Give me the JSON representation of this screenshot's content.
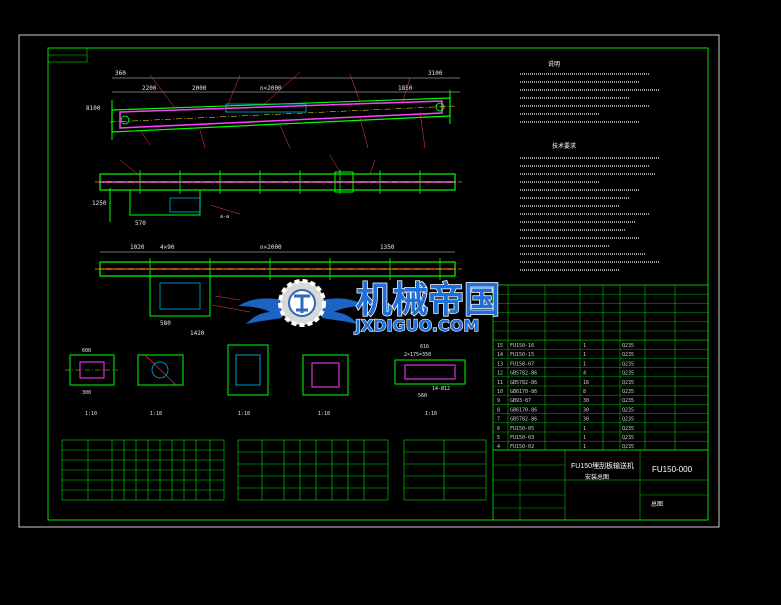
{
  "title_block": {
    "drawing_title": "FU150埋刮板输送机",
    "drawing_subtitle": "安装总图",
    "drawing_number": "FU150-000",
    "sheet_label": "总图"
  },
  "dimension_labels": {
    "top_view": [
      "360",
      "2200",
      "2000",
      "n×2000",
      "1850",
      "3100"
    ],
    "elevation_view": [
      "1020",
      "4×90",
      "n×2000",
      "1350"
    ],
    "side_view": [
      "580",
      "1420"
    ],
    "section_view_1": [
      "600",
      "300"
    ],
    "section_view_4": [
      "616",
      "2×175=350",
      "14-Ø12",
      "560"
    ]
  },
  "section_labels": [
    "1:10",
    "1:10",
    "1:10",
    "1:10",
    "1:10"
  ],
  "tech_notes_heading": "说明",
  "tech_notes_heading_2": "技术要求",
  "watermark": {
    "cn": "机械帝国",
    "en": "JXDIGUO.COM"
  },
  "bom_rows": [
    {
      "no": "15",
      "code": "FU150-16",
      "qty": "1",
      "material": "Q235"
    },
    {
      "no": "14",
      "code": "FU150-15",
      "qty": "1",
      "material": "Q235"
    },
    {
      "no": "13",
      "code": "FU150-07",
      "qty": "1",
      "material": "Q235"
    },
    {
      "no": "12",
      "code": "GB5782-86",
      "qty": "4",
      "material": "Q235"
    },
    {
      "no": "11",
      "code": "GB5782-86",
      "qty": "16",
      "material": "Q235"
    },
    {
      "no": "10",
      "code": "GB6170-86",
      "qty": "8",
      "material": "Q235"
    },
    {
      "no": "9",
      "code": "GB93-87",
      "qty": "30",
      "material": "Q235"
    },
    {
      "no": "8",
      "code": "GB6170-86",
      "qty": "30",
      "material": "Q235"
    },
    {
      "no": "7",
      "code": "GB5782-86",
      "qty": "30",
      "material": "Q235"
    },
    {
      "no": "6",
      "code": "FU150-05",
      "qty": "1",
      "material": "Q235"
    },
    {
      "no": "5",
      "code": "FU150-03",
      "qty": "1",
      "material": "Q235"
    },
    {
      "no": "4",
      "code": "FU150-02",
      "qty": "1",
      "material": "Q235"
    }
  ],
  "colors": {
    "frame": "#00e000",
    "outline": "#00ff00",
    "chain": "#ff40ff",
    "dimension": "#e0e0e0",
    "leader": "#ff4040",
    "centerline": "#ffff00",
    "hatch": "#00c0ff",
    "watermark_text": "#1e6fd9"
  }
}
